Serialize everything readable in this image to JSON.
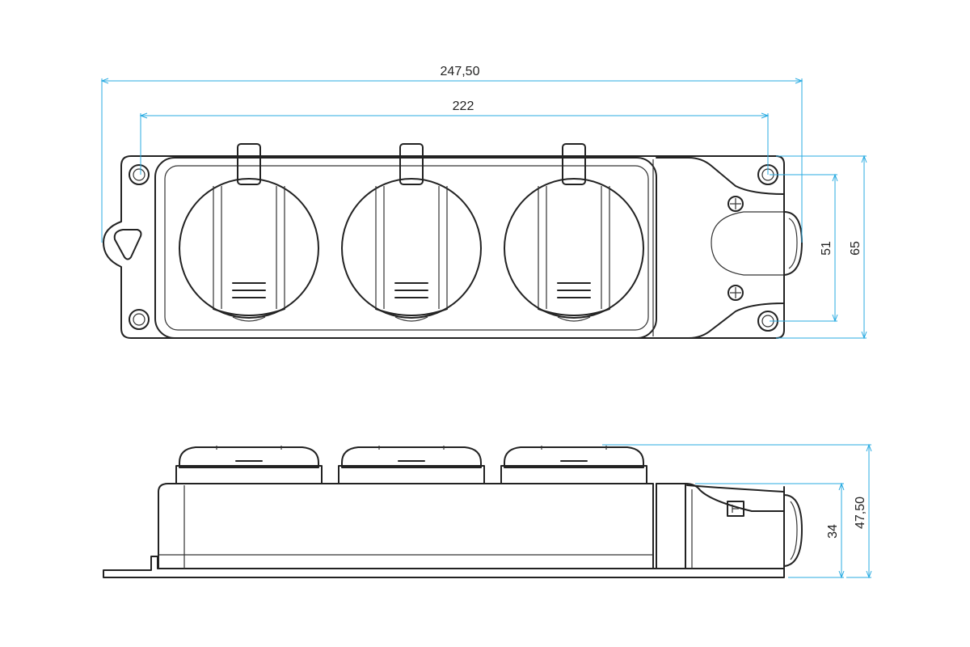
{
  "drawing": {
    "colors": {
      "outline": "#222222",
      "dimension": "#29abe2",
      "background": "#ffffff"
    },
    "views": [
      "top-view",
      "side-view"
    ],
    "socket_count": 3,
    "dimensions": {
      "overall_length": "247,50",
      "mount_hole_spacing_length": "222",
      "mount_hole_spacing_width": "51",
      "overall_width": "65",
      "body_height": "34",
      "overall_height": "47,50"
    }
  }
}
